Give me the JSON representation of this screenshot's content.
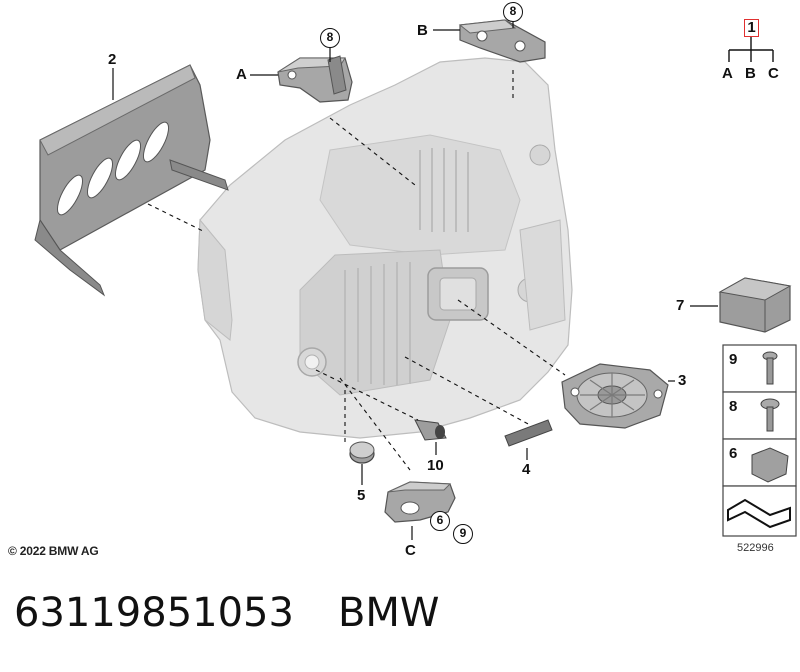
{
  "diagram": {
    "callouts": {
      "p1": "1",
      "p2": "2",
      "p3": "3",
      "p4": "4",
      "p5": "5",
      "p6": "6",
      "p7": "7",
      "p8": "8",
      "p9": "9",
      "p10": "10",
      "A": "A",
      "B": "B",
      "C": "C"
    },
    "copyright": "© 2022 BMW AG",
    "reference_number": "522996"
  },
  "footer": {
    "part_number": "63119851053",
    "brand": "BMW"
  },
  "colors": {
    "housing": "#e3e3e3",
    "part": "#bdbdbd",
    "highlight": "#e03030"
  }
}
